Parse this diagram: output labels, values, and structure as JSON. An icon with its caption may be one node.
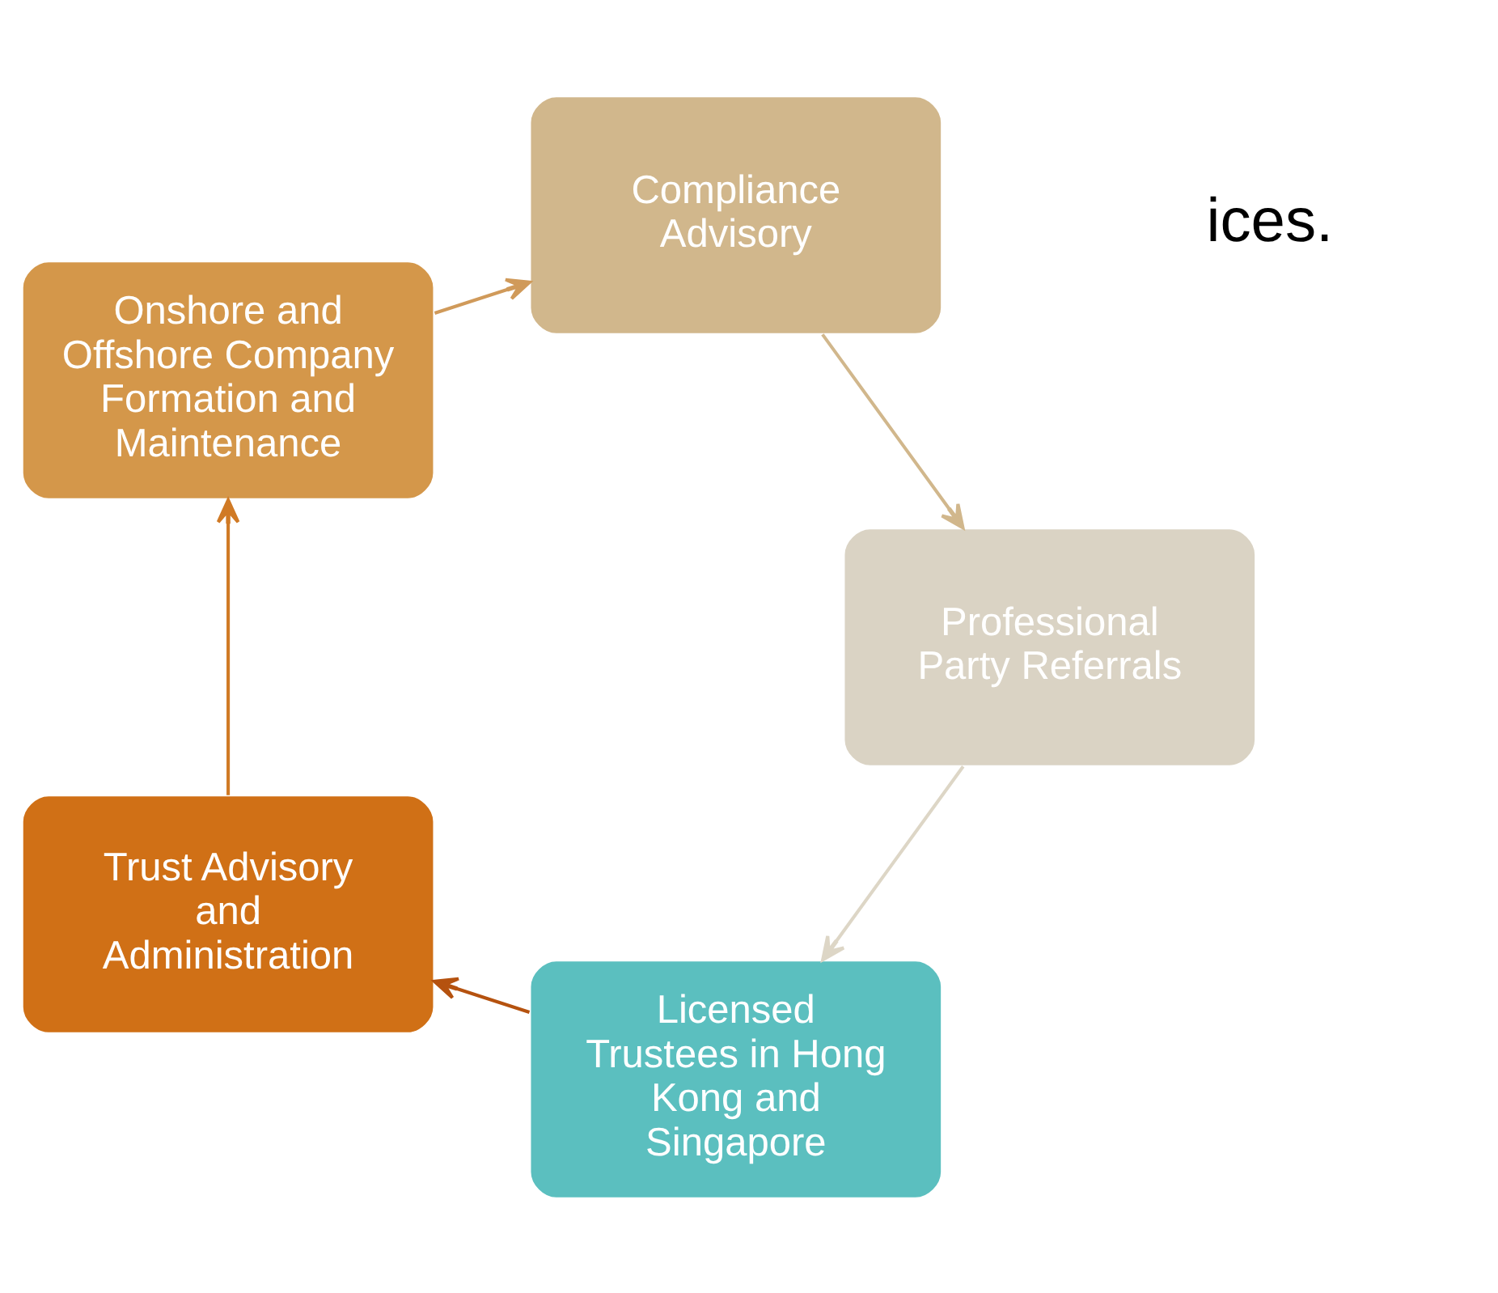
{
  "diagram": {
    "nodes": [
      {
        "text": [
          "Licensed Trustees in Hong Kong and Singapore"
        ]
      },
      {
        "text": [
          "Trust Advisory and Administration"
        ]
      },
      {
        "text": [
          "Onshore and Offshore Company Formation and Maintenance"
        ]
      },
      {
        "text": [
          "Compliance Advisory"
        ]
      },
      {
        "text": [
          "Professional Party Referrals"
        ]
      }
    ],
    "edges": [
      {
        "from": 0,
        "to": 1,
        "arrow": "to",
        "color": "#b5520f"
      },
      {
        "from": 1,
        "to": 2,
        "arrow": "to",
        "color": "#d07a25"
      },
      {
        "from": 2,
        "to": 3,
        "arrow": "to",
        "color": "#d09a5a"
      },
      {
        "from": 3,
        "to": 4,
        "arrow": "to",
        "color": "#d1b78c"
      },
      {
        "from": 4,
        "to": 0,
        "arrow": "to",
        "color": "#ddd6c6"
      }
    ],
    "labels": [
      "ices."
    ]
  }
}
